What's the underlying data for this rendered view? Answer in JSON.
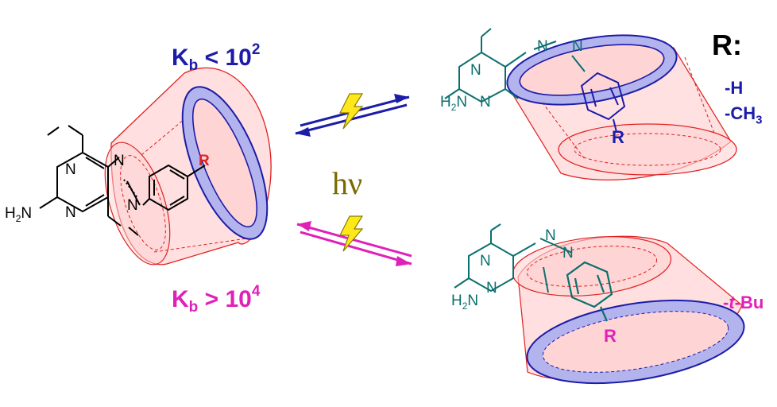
{
  "colors": {
    "blue": "#1c1ca8",
    "magenta": "#e020b8",
    "teal": "#0a6f6f",
    "red": "#e02020",
    "bolt": "#ffe81a",
    "olive": "#7a6a00",
    "cd_fill": "#ffd4d4",
    "rim_fill": "#b3b3ee"
  },
  "equilibria": {
    "upper": {
      "k_symbol": "K",
      "k_sub": "b",
      "relation": "<",
      "k_base": "10",
      "k_exp": "2"
    },
    "lower": {
      "k_symbol": "K",
      "k_sub": "b",
      "relation": ">",
      "k_base": "10",
      "k_exp": "4"
    }
  },
  "light": {
    "label": "hν"
  },
  "substituents": {
    "heading": "R:",
    "options": [
      {
        "label": "-H"
      },
      {
        "label": "-CH",
        "sub": "3"
      }
    ],
    "bulky": {
      "prefix": "-",
      "italic": "t",
      "suffix": "-Bu"
    }
  },
  "molecule_labels": {
    "n": "N",
    "h2n": "H",
    "h2n_sub": "2",
    "h2n_tail": "N",
    "r": "R"
  }
}
